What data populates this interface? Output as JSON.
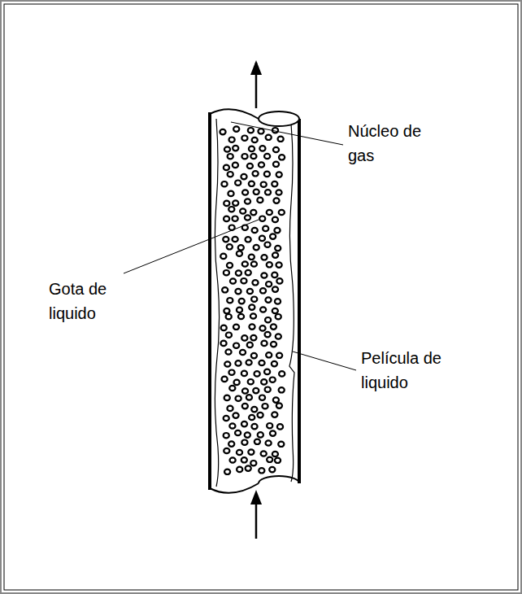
{
  "diagram": {
    "labels": [
      "Núcleo de gas",
      "Gota de liquido",
      "Película de liquido"
    ]
  }
}
